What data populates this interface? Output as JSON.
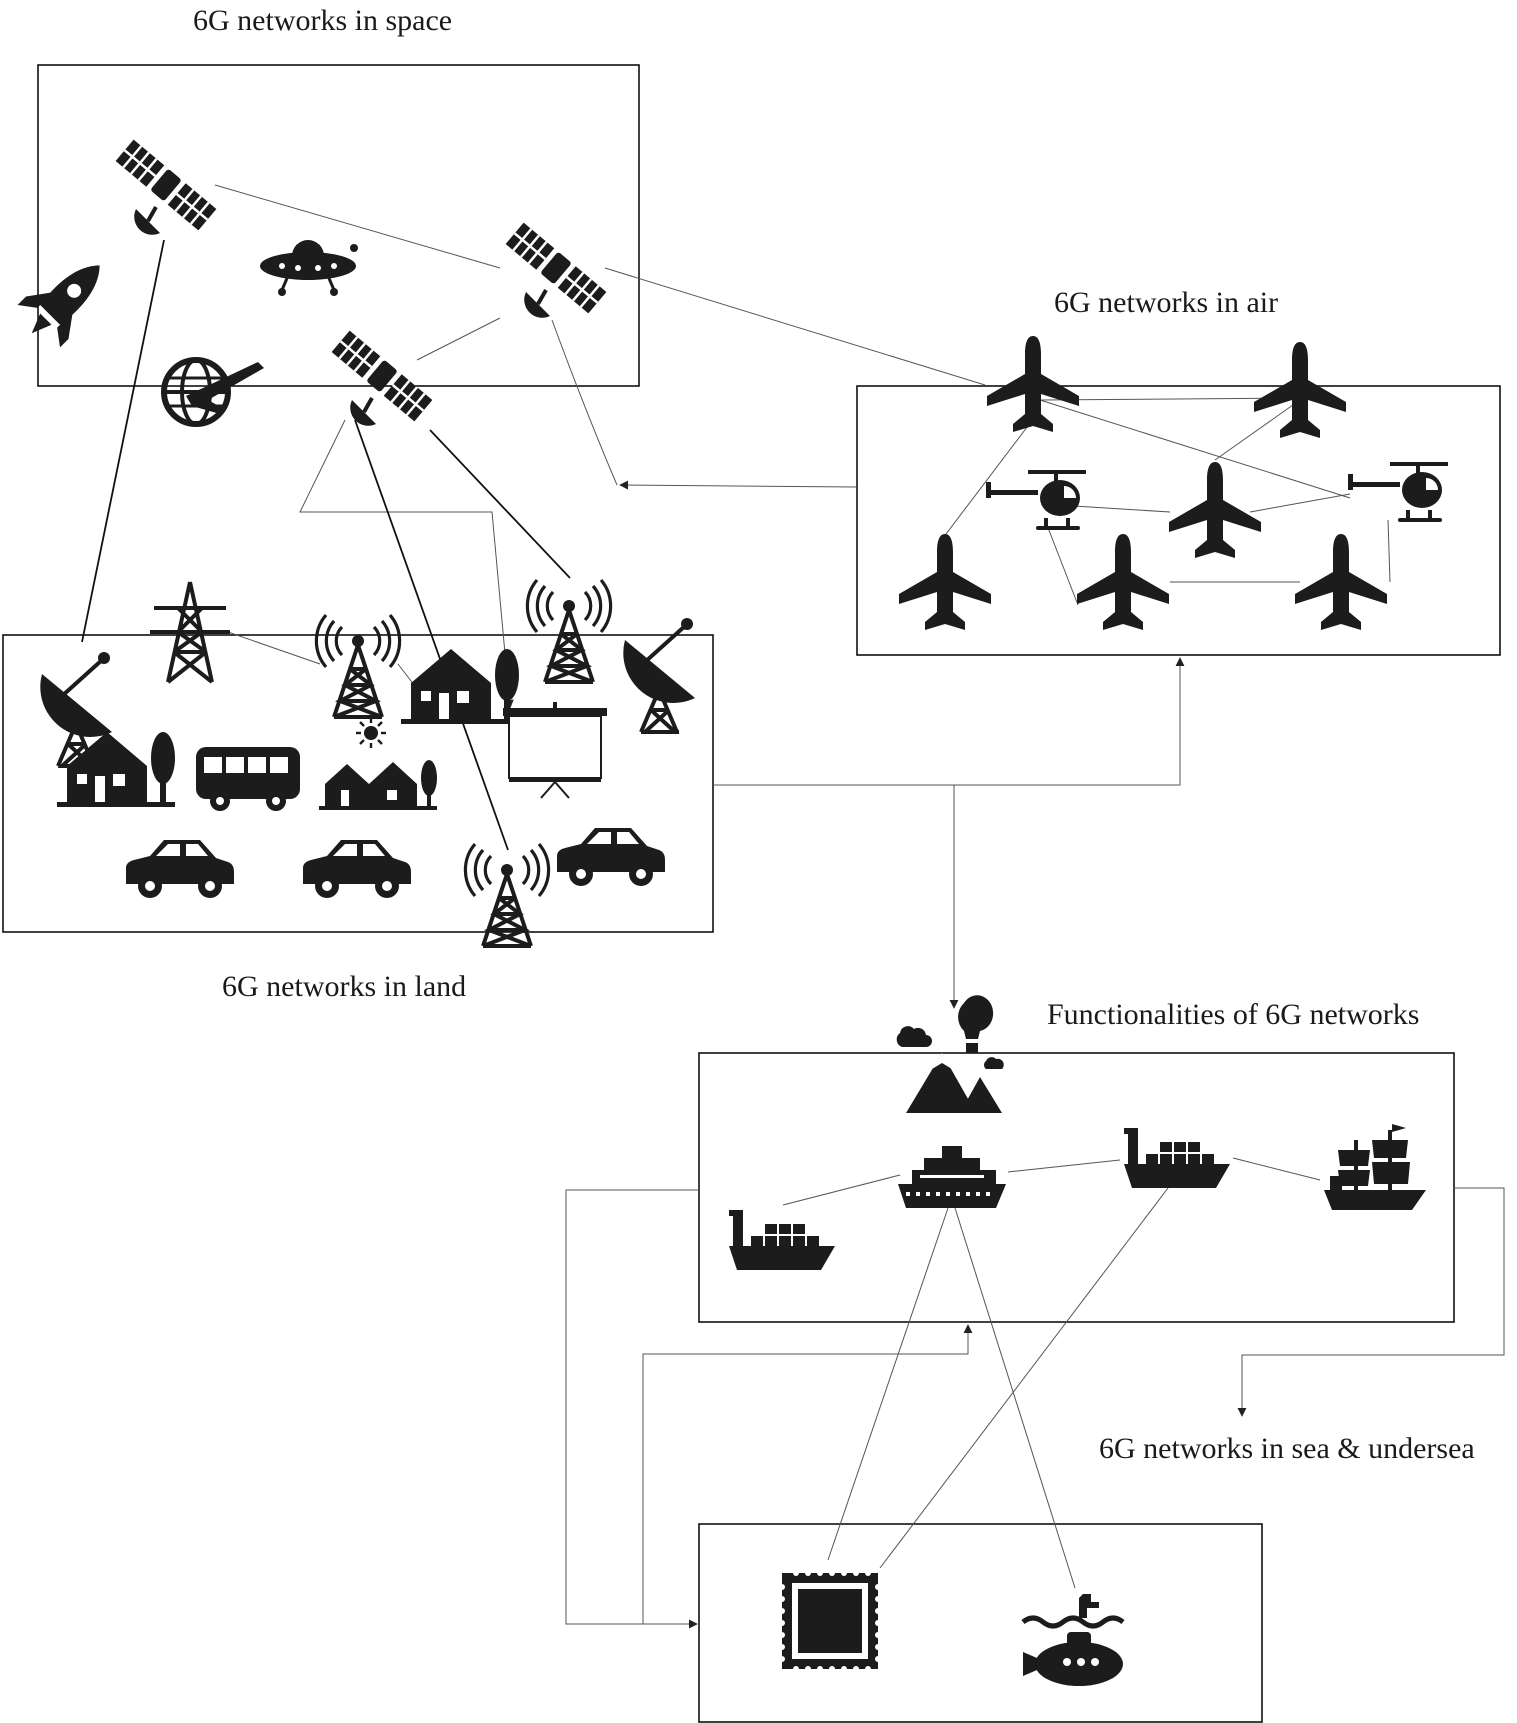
{
  "labels": {
    "space": "6G networks in space",
    "air": "6G networks in air",
    "land": "6G networks in land",
    "functionalities": "Functionalities of 6G networks",
    "sea": "6G networks in sea & undersea"
  }
}
